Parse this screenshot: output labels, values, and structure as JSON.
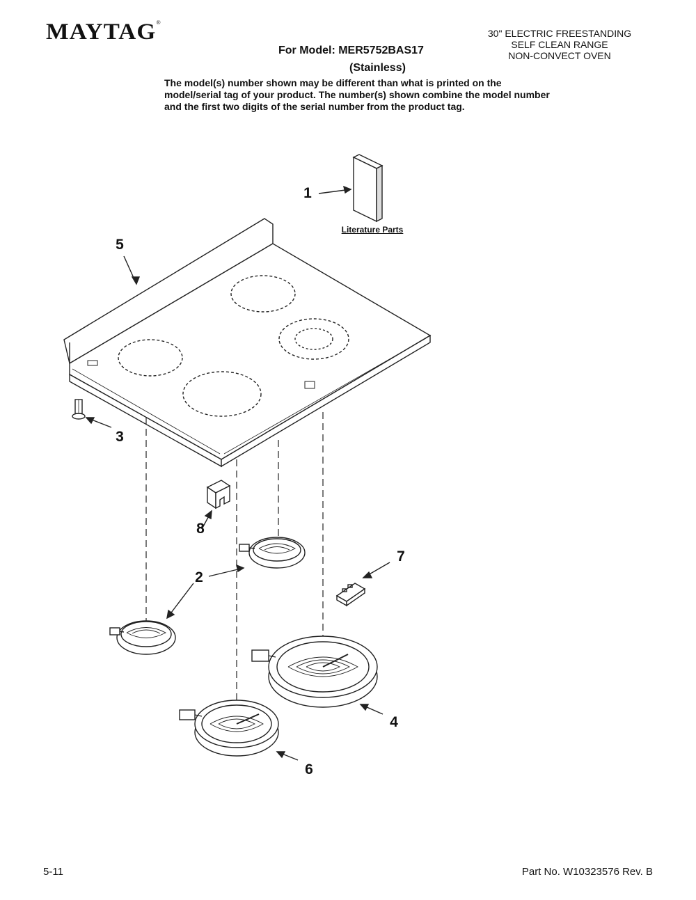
{
  "header": {
    "brand": "MAYTAG",
    "trademark": "®",
    "range_type_lines": [
      "30\" ELECTRIC FREESTANDING",
      "SELF CLEAN RANGE",
      "NON-CONVECT OVEN"
    ],
    "model_line": "For Model: MER5752BAS17",
    "variant": "(Stainless)",
    "notice": "The model(s) number shown may be different than what is printed on the model/serial tag of your product. The number(s) shown combine the model number and the first two digits of the serial number from the product tag."
  },
  "diagram": {
    "literature_label": "Literature Parts",
    "callouts": [
      "1",
      "2",
      "3",
      "4",
      "5",
      "6",
      "7",
      "8"
    ]
  },
  "footer": {
    "page": "5-11",
    "part_number": "Part No. W10323576 Rev. B"
  }
}
